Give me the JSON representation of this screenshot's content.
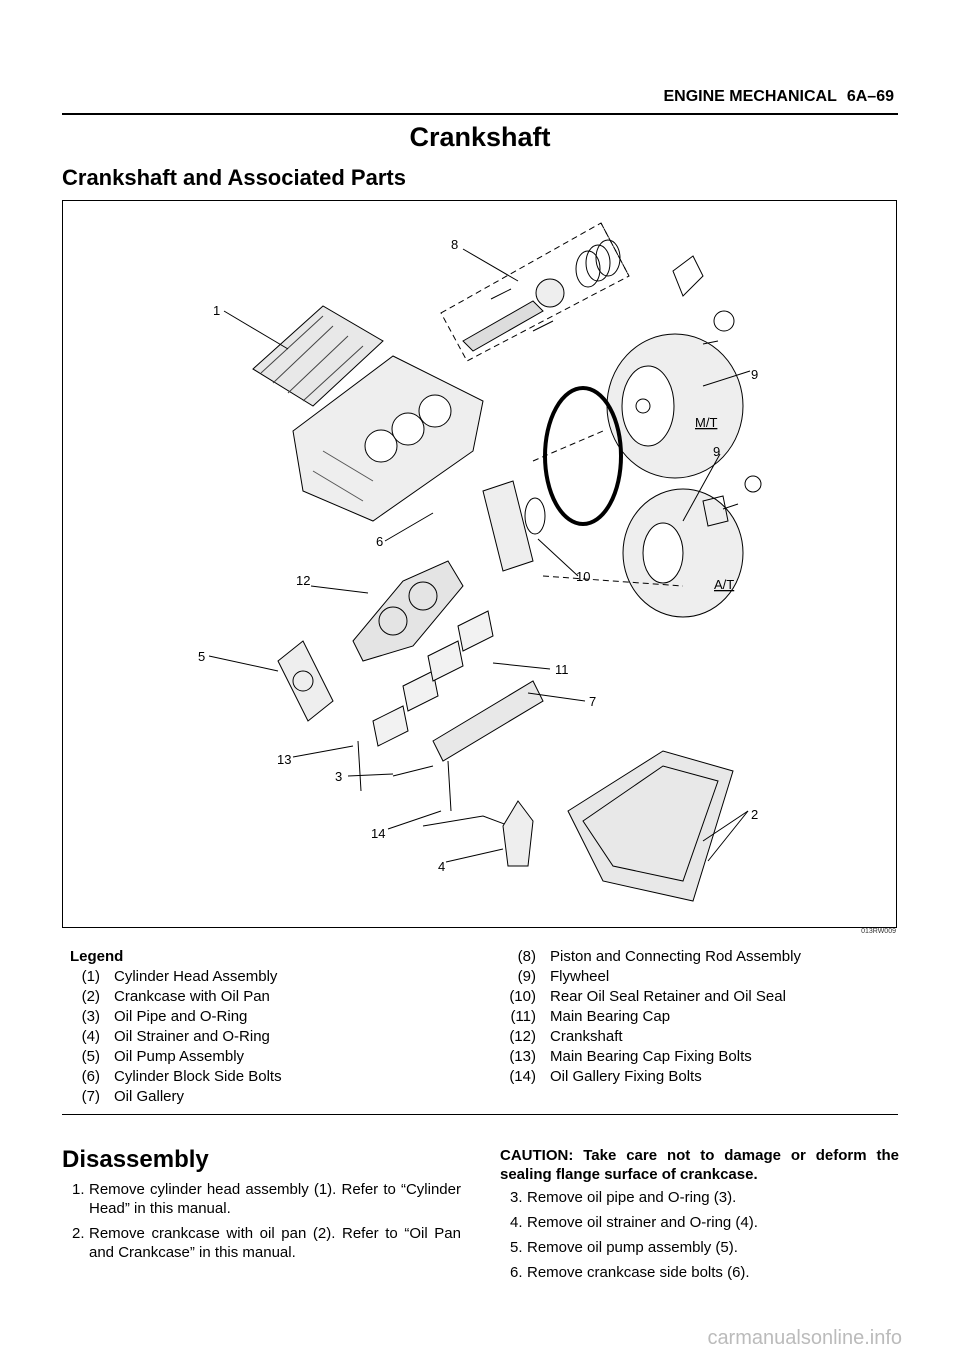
{
  "header": {
    "section": "ENGINE MECHANICAL",
    "page": "6A–69"
  },
  "title": "Crankshaft",
  "subtitle": "Crankshaft and Associated Parts",
  "figure": {
    "id": "013RW009",
    "callouts": [
      "1",
      "2",
      "3",
      "4",
      "5",
      "6",
      "7",
      "8",
      "9",
      "9",
      "10",
      "11",
      "12",
      "13",
      "14"
    ],
    "variant_labels": {
      "mt": "M/T",
      "at": "A/T"
    }
  },
  "legend": {
    "title": "Legend",
    "left": [
      {
        "num": "(1)",
        "text": "Cylinder Head Assembly"
      },
      {
        "num": "(2)",
        "text": "Crankcase with Oil Pan"
      },
      {
        "num": "(3)",
        "text": "Oil Pipe and O-Ring"
      },
      {
        "num": "(4)",
        "text": "Oil Strainer and O-Ring"
      },
      {
        "num": "(5)",
        "text": "Oil Pump Assembly"
      },
      {
        "num": "(6)",
        "text": "Cylinder Block Side  Bolts"
      },
      {
        "num": "(7)",
        "text": "Oil Gallery"
      }
    ],
    "right": [
      {
        "num": "(8)",
        "text": "Piston and Connecting Rod Assembly"
      },
      {
        "num": "(9)",
        "text": "Flywheel"
      },
      {
        "num": "(10)",
        "text": "Rear Oil Seal Retainer and Oil Seal"
      },
      {
        "num": "(11)",
        "text": "Main Bearing Cap"
      },
      {
        "num": "(12)",
        "text": "Crankshaft"
      },
      {
        "num": "(13)",
        "text": "Main Bearing Cap Fixing Bolts"
      },
      {
        "num": "(14)",
        "text": "Oil Gallery Fixing Bolts"
      }
    ]
  },
  "disassembly": {
    "heading": "Disassembly",
    "steps_left": [
      {
        "n": "1.",
        "text": "Remove cylinder head assembly (1). Refer to “Cylinder Head” in this manual."
      },
      {
        "n": "2.",
        "text": "Remove crankcase with oil pan (2). Refer to “Oil Pan and Crankcase” in this manual."
      }
    ],
    "caution": "CAUTION:  Take care not to damage or deform the sealing flange surface of crankcase.",
    "steps_right": [
      {
        "n": "3.",
        "text": "Remove oil pipe and O-ring (3)."
      },
      {
        "n": "4.",
        "text": "Remove oil strainer and O-ring (4)."
      },
      {
        "n": "5.",
        "text": "Remove oil pump assembly (5)."
      },
      {
        "n": "6.",
        "text": "Remove crankcase side bolts (6)."
      }
    ]
  },
  "watermark": "carmanualsonline.info"
}
